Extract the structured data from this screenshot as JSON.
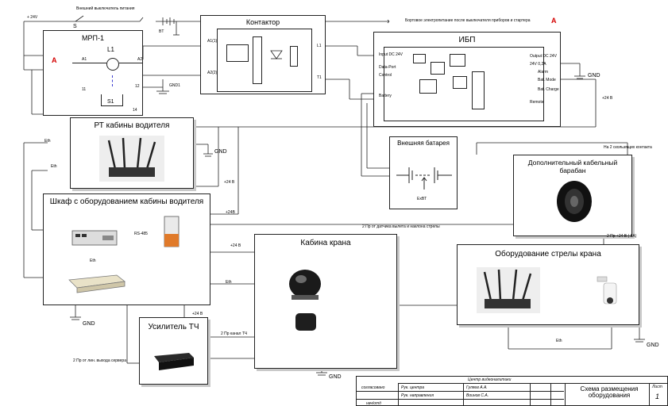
{
  "power_switch": {
    "label": "Внешний выключатель питания",
    "voltage": "+ 24V",
    "switch_letter": "S",
    "bt_label": "BT"
  },
  "onboard_note": {
    "text": "Бортовое электропитание после выключателя приборов и стартера",
    "marker": "A"
  },
  "contactor": {
    "title": "Контактор",
    "a1": "A1(1)",
    "a2": "A2(2)",
    "l1": "L1",
    "t1": "T1"
  },
  "mrp": {
    "title": "МРП-1",
    "l1": "L1",
    "a1": "A1",
    "a2": "A2",
    "n11": "11",
    "n12": "12",
    "n14": "14",
    "s1": "S1",
    "marker": "A",
    "gnd": "GND1"
  },
  "ups": {
    "title": "ИБП",
    "gnd": "GND",
    "supply": "+24 В",
    "left_pins": [
      "Input DC 24V",
      "Data-Port",
      "Control",
      "Battery"
    ],
    "right_pins": [
      "Output DC 24V",
      "24V 0,2A",
      "Alarm",
      "Bat. Mode",
      "Bat. Charge",
      "Remote"
    ]
  },
  "battery": {
    "title": "Внешняя батарея",
    "label": "ExBT"
  },
  "rt_cab": {
    "title": "РТ кабины водителя",
    "gnd": "GND",
    "eth_left": "Eth",
    "eth_left2": "Eth",
    "supply": "+24 В"
  },
  "cabinet": {
    "title": "Шкаф с оборудованием кабины водителя",
    "rs485": "RS-485",
    "eth": "Eth",
    "supply_main": "+24В"
  },
  "crane_cab": {
    "title": "Кабина крана",
    "supply": "+24 В",
    "eth": "Eth"
  },
  "cable_drum": {
    "title": "Дополнительный кабельный барабан",
    "note": "На 2 скользящих контакта"
  },
  "boom_equipment": {
    "title": "Оборудование стрелы крана",
    "supply_note": "2 Пр +24 В ( 8А)",
    "eth": "Eth",
    "gnd": "GND"
  },
  "sensor_note": {
    "text": "2 Пр от датчика вылета и наклона стрелы"
  },
  "amplifier": {
    "title": "Усилитель ТЧ",
    "supply": "+24 В",
    "channel": "2 Пр канал ТЧ",
    "input_note": "2 Пр от лин. выхода сервера",
    "gnd": "GND"
  },
  "cabinet_gnd": {
    "label": "GND"
  },
  "title_block": {
    "org": "Центр видеоналитики",
    "row1": [
      "согласовано",
      "Рук. центра",
      "Гуляев А.А."
    ],
    "row2": [
      "нач/отд",
      "Рук. направления",
      "Воинов С.А."
    ],
    "doc_title": "Схема размещения оборудования",
    "sheet_label": "Лист",
    "sheet_no": "1"
  }
}
